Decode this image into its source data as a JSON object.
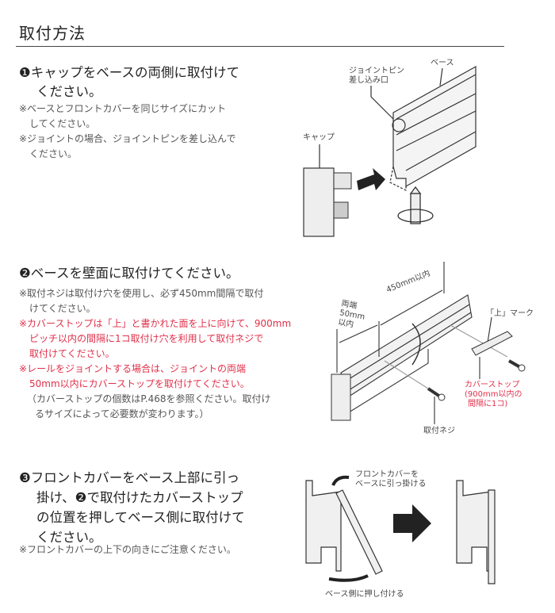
{
  "title": "取付方法",
  "step1": {
    "heading_line1": "❶キャップをベースの両側に取付けて",
    "heading_line2": "ください。",
    "notes": [
      {
        "line1": "※ベースとフロントカバーを同じサイズにカット",
        "line2": "してください。"
      },
      {
        "line1": "※ジョイントの場合、ジョイントピンを差し込んで",
        "line2": "ください。"
      }
    ],
    "diagram": {
      "label_pin_line1": "ジョイントピン",
      "label_pin_line2": "差し込み口",
      "label_base": "ベース",
      "label_cap": "キャップ"
    }
  },
  "step2": {
    "heading": "❷ベースを壁面に取付けてください。",
    "notes": [
      {
        "line1": "※取付ネジは取付け穴を使用し、必ず450mm間隔で取付",
        "line2": "けてください。",
        "color": "gray"
      },
      {
        "line1": "※カバーストップは「上」と書かれた面を上に向けて、900mm",
        "line2": "ピッチ以内の間隔に1コ取付け穴を利用して取付ネジで",
        "line3": "取付けてください。",
        "color": "red"
      },
      {
        "line1": "※レールをジョイントする場合は、ジョイントの両端",
        "line2": "50mm以内にカバーストップを取付けてください。",
        "color": "red"
      },
      {
        "line1": "（カバーストップの個数はP.468を参照ください。取付け",
        "line2": "るサイズによって必要数が変わります。）",
        "color": "gray"
      }
    ],
    "diagram": {
      "label_ends_line1": "両端",
      "label_ends_line2": "50mm",
      "label_ends_line3": "以内",
      "label_450": "450mm以内",
      "label_mark": "「上」マーク",
      "label_stop_line1": "カバーストップ",
      "label_stop_line2": "(900mm以内の",
      "label_stop_line3": "間隔に1コ)",
      "label_screw": "取付ネジ"
    }
  },
  "step3": {
    "heading_line1": "❸フロントカバーをベース上部に引っ",
    "heading_line2": "掛け、❷で取付けたカバーストップ",
    "heading_line3": "の位置を押してベース側に取付けて",
    "heading_line4": "ください。",
    "note": "※フロントカバーの上下の向きにご注意ください。",
    "diagram": {
      "label_hook_line1": "フロントカバーを",
      "label_hook_line2": "ベースに引っ掛ける",
      "label_push": "ベース側に押し付ける"
    }
  },
  "colors": {
    "accent_red": "#e0304a",
    "text": "#222222",
    "note": "#555555"
  }
}
